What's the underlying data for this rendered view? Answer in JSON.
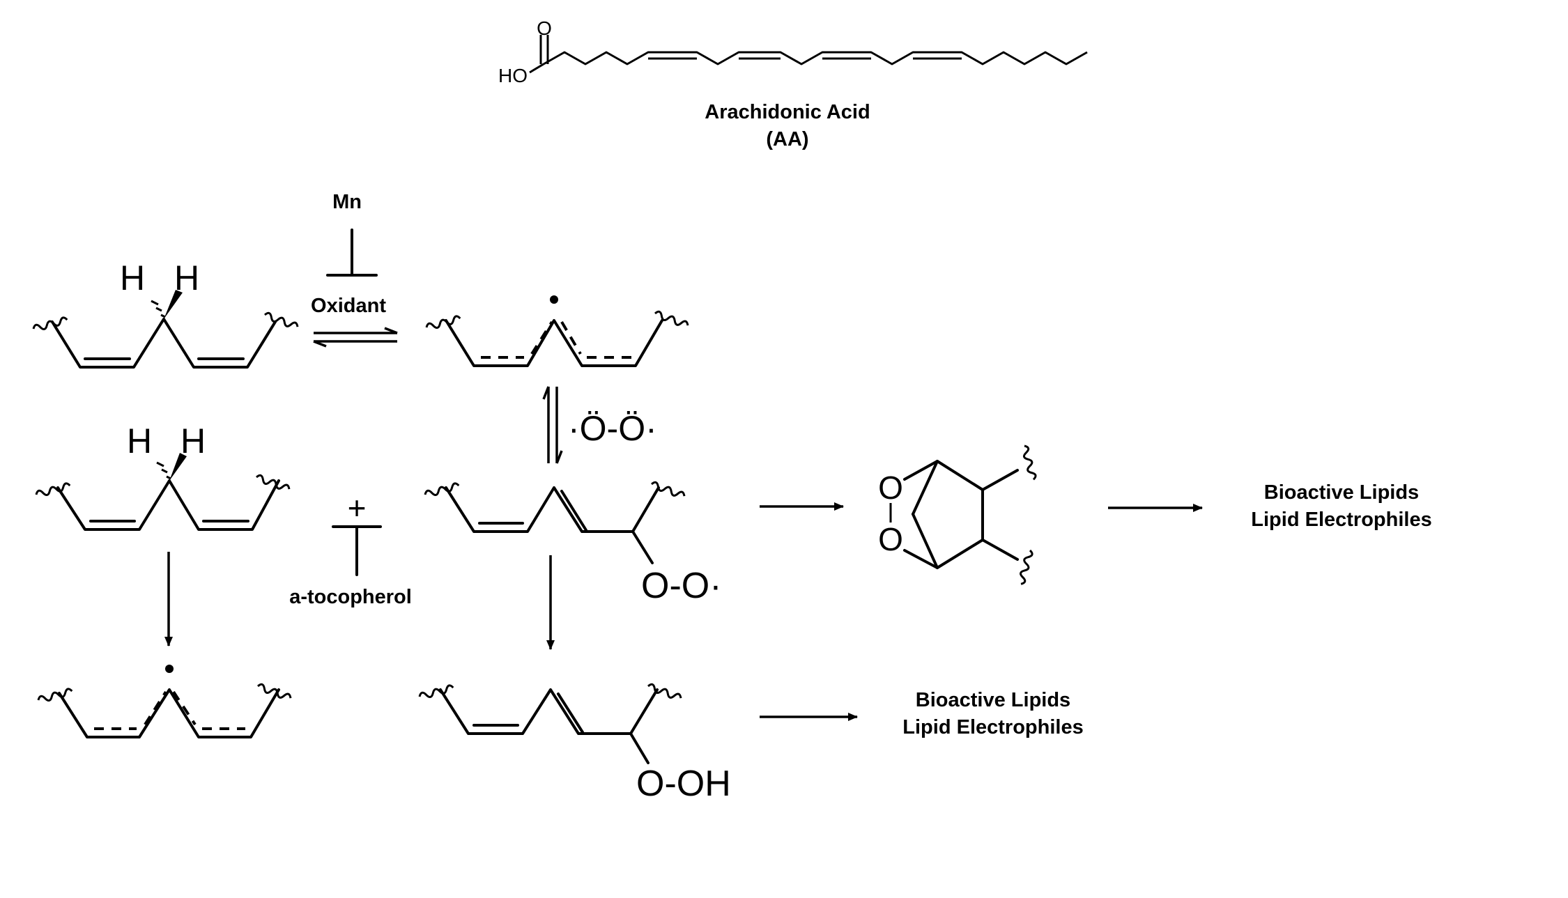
{
  "aa_structure": {
    "label_line1": "Arachidonic Acid",
    "label_line2": "(AA)",
    "acid_group": {
      "carbonyl_o": "O",
      "hydroxyl": "HO"
    }
  },
  "inhibitors": {
    "top": "Mn",
    "left": "a-tocopherol"
  },
  "reagents": {
    "oxidant": "Oxidant",
    "dioxygen": "·Ö-Ö·"
  },
  "atoms": {
    "h": "H",
    "o": "O",
    "peroxyl": "O-O·",
    "hydroperoxide": "O-OH",
    "endoperoxide_o": "O"
  },
  "products": {
    "right_line1": "Bioactive Lipids",
    "right_line2": "Lipid Electrophiles",
    "bottom_line1": "Bioactive Lipids",
    "bottom_line2": "Lipid Electrophiles"
  }
}
